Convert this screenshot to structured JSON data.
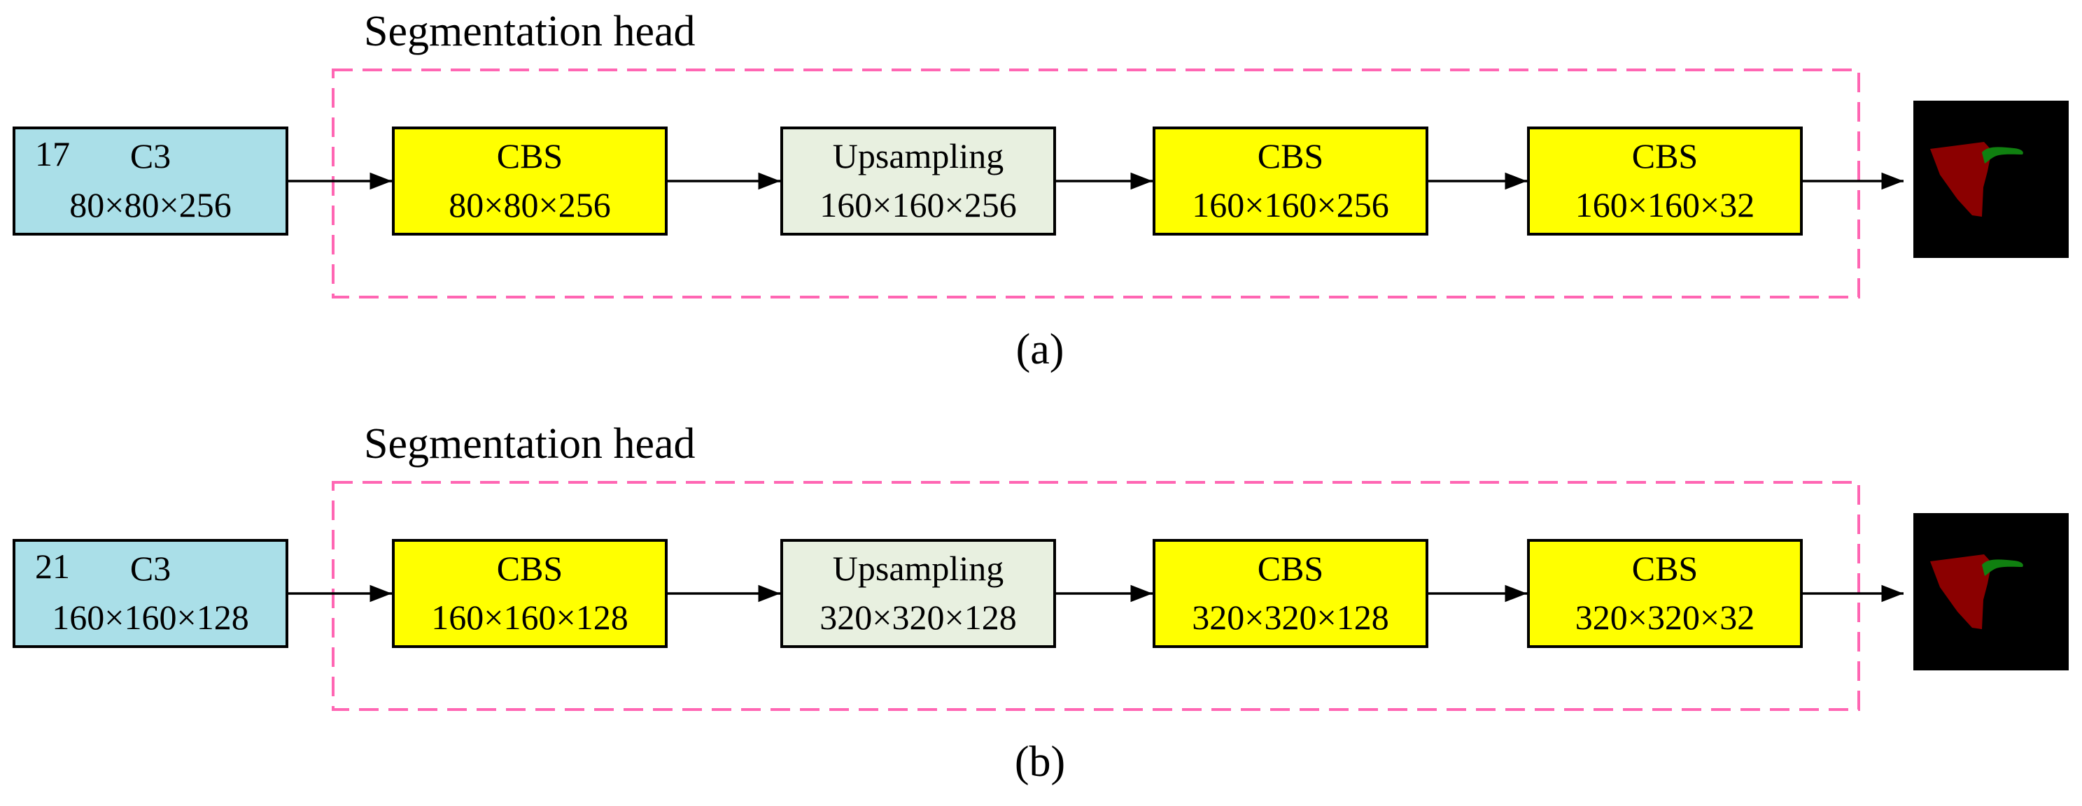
{
  "colors": {
    "input_fill": "#aadfe8",
    "cbs_fill": "#ffff00",
    "upsampling_fill": "#e8f0e0",
    "dashed_border": "#ff66b3",
    "output_background": "#000000",
    "mask_red": "#8b0000",
    "mask_green": "#108010"
  },
  "panels": [
    {
      "title": "Segmentation head",
      "caption": "(a)",
      "input": {
        "index": "17",
        "name": "C3",
        "dims": "80×80×256"
      },
      "blocks": [
        {
          "type": "cbs",
          "name": "CBS",
          "dims": "80×80×256"
        },
        {
          "type": "upsampling",
          "name": "Upsampling",
          "dims": "160×160×256"
        },
        {
          "type": "cbs",
          "name": "CBS",
          "dims": "160×160×256"
        },
        {
          "type": "cbs",
          "name": "CBS",
          "dims": "160×160×32"
        }
      ],
      "output_icon": "segmentation-mask-icon"
    },
    {
      "title": "Segmentation head",
      "caption": "(b)",
      "input": {
        "index": "21",
        "name": "C3",
        "dims": "160×160×128"
      },
      "blocks": [
        {
          "type": "cbs",
          "name": "CBS",
          "dims": "160×160×128"
        },
        {
          "type": "upsampling",
          "name": "Upsampling",
          "dims": "320×320×128"
        },
        {
          "type": "cbs",
          "name": "CBS",
          "dims": "320×320×128"
        },
        {
          "type": "cbs",
          "name": "CBS",
          "dims": "320×320×32"
        }
      ],
      "output_icon": "segmentation-mask-icon"
    }
  ]
}
